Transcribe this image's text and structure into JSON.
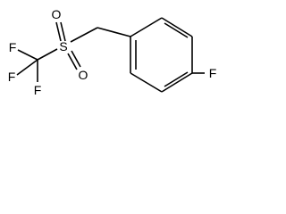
{
  "molecule": {
    "atoms": {
      "f1": "F",
      "f2": "F",
      "f3": "F",
      "s": "S",
      "o_top": "O",
      "o_bottom": "O",
      "f_ring": "F"
    }
  },
  "colors": {
    "bond": "#000000",
    "label": "#000000",
    "background": "#ffffff"
  }
}
